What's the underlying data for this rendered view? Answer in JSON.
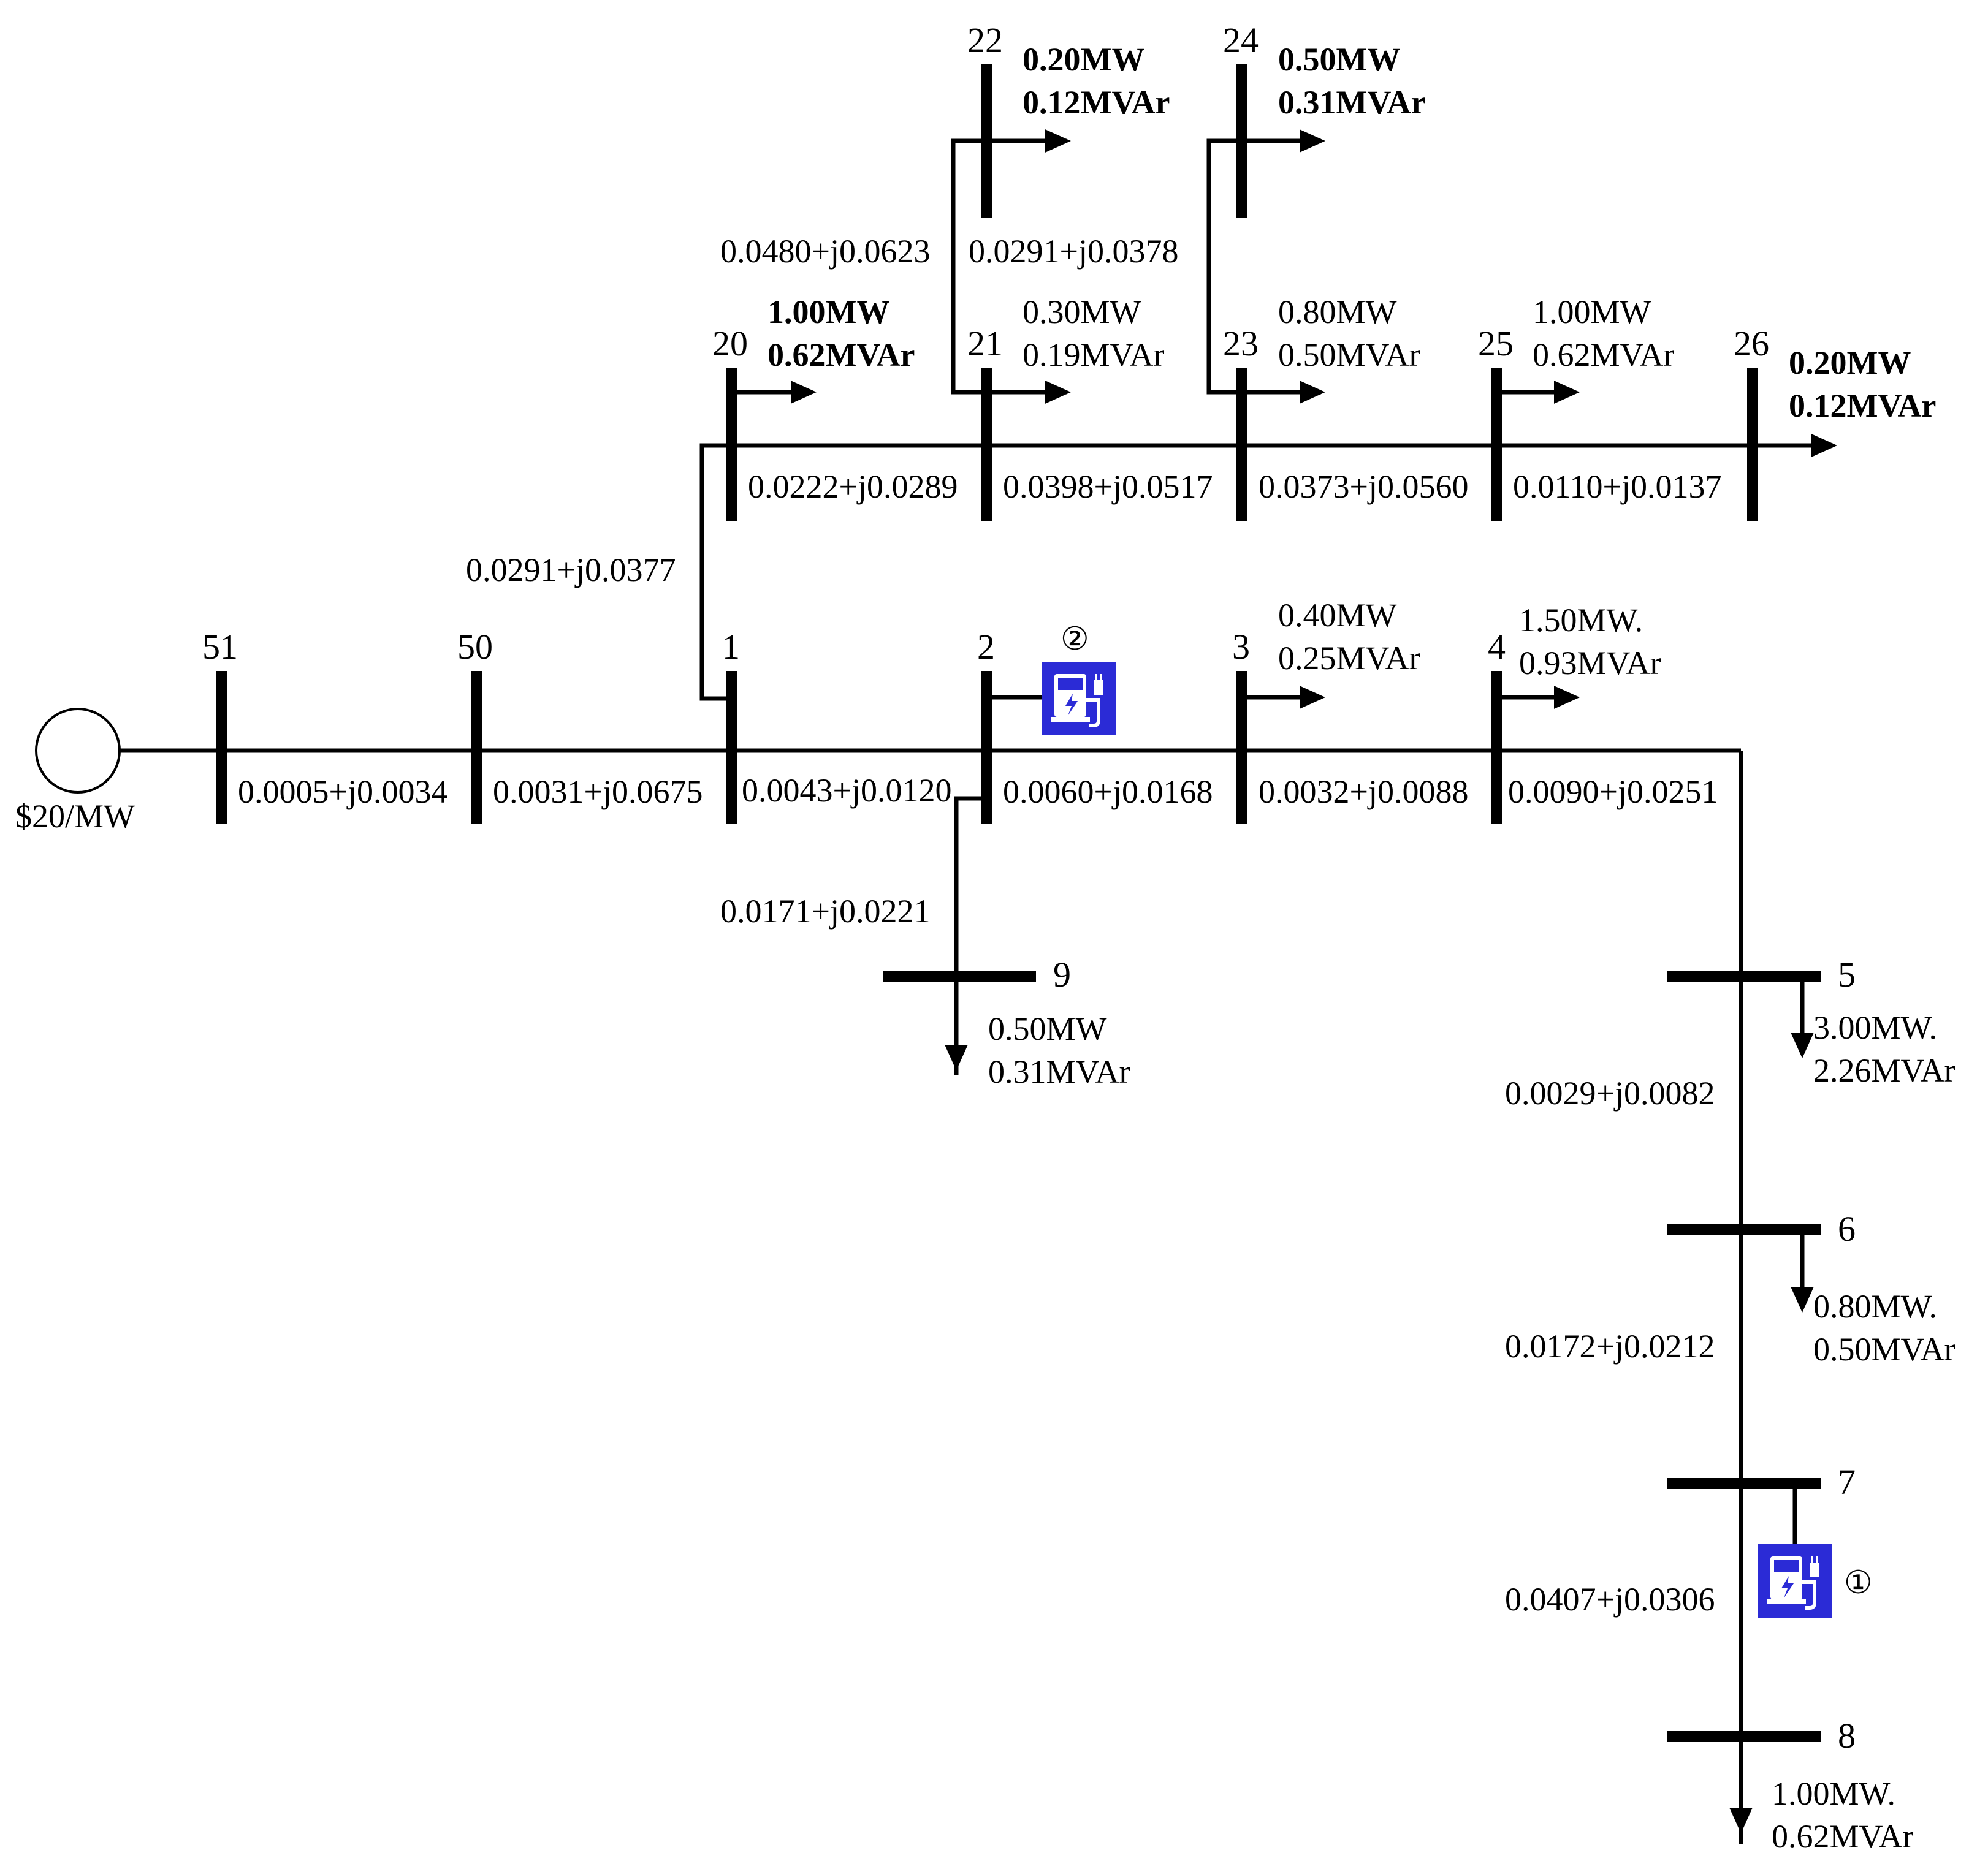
{
  "source": {
    "cost": "$20/MW"
  },
  "buses": {
    "51": "51",
    "50": "50",
    "1": "1",
    "2": "2",
    "3": "3",
    "4": "4",
    "5": "5",
    "6": "6",
    "7": "7",
    "8": "8",
    "9": "9",
    "20": "20",
    "21": "21",
    "22": "22",
    "23": "23",
    "24": "24",
    "25": "25",
    "26": "26"
  },
  "branches": {
    "b51_50": "0.0005+j0.0034",
    "b50_1": "0.0031+j0.0675",
    "b1_2": "0.0043+j0.0120",
    "b2_3": "0.0060+j0.0168",
    "b3_4": "0.0032+j0.0088",
    "b4_5": "0.0090+j0.0251",
    "b2_9": "0.0171+j0.0221",
    "b5_6": "0.0029+j0.0082",
    "b6_7": "0.0172+j0.0212",
    "b7_8": "0.0407+j0.0306",
    "b1_20": "0.0291+j0.0377",
    "b20_21": "0.0222+j0.0289",
    "b21_23": "0.0398+j0.0517",
    "b23_25": "0.0373+j0.0560",
    "b25_26": "0.0110+j0.0137",
    "b21_22": "0.0480+j0.0623",
    "b23_24": "0.0291+j0.0378"
  },
  "loads": {
    "l3": {
      "p": "0.40MW",
      "q": "0.25MVAr"
    },
    "l4": {
      "p": "1.50MW.",
      "q": "0.93MVAr"
    },
    "l5": {
      "p": "3.00MW.",
      "q": "2.26MVAr"
    },
    "l6": {
      "p": "0.80MW.",
      "q": "0.50MVAr"
    },
    "l8": {
      "p": "1.00MW.",
      "q": "0.62MVAr"
    },
    "l9": {
      "p": "0.50MW",
      "q": "0.31MVAr"
    },
    "l20": {
      "p": "1.00MW",
      "q": "0.62MVAr"
    },
    "l21": {
      "p": "0.30MW",
      "q": "0.19MVAr"
    },
    "l22": {
      "p": "0.20MW",
      "q": "0.12MVAr"
    },
    "l23": {
      "p": "0.80MW",
      "q": "0.50MVAr"
    },
    "l24": {
      "p": "0.50MW",
      "q": "0.31MVAr"
    },
    "l25": {
      "p": "1.00MW",
      "q": "0.62MVAr"
    },
    "l26": {
      "p": "0.20MW",
      "q": "0.12MVAr"
    }
  },
  "chargers": {
    "c1": {
      "label": "①",
      "icon": "ev-charger-icon",
      "color": "#2b2bd6"
    },
    "c2": {
      "label": "②",
      "icon": "ev-charger-icon",
      "color": "#2b2bd6"
    }
  }
}
